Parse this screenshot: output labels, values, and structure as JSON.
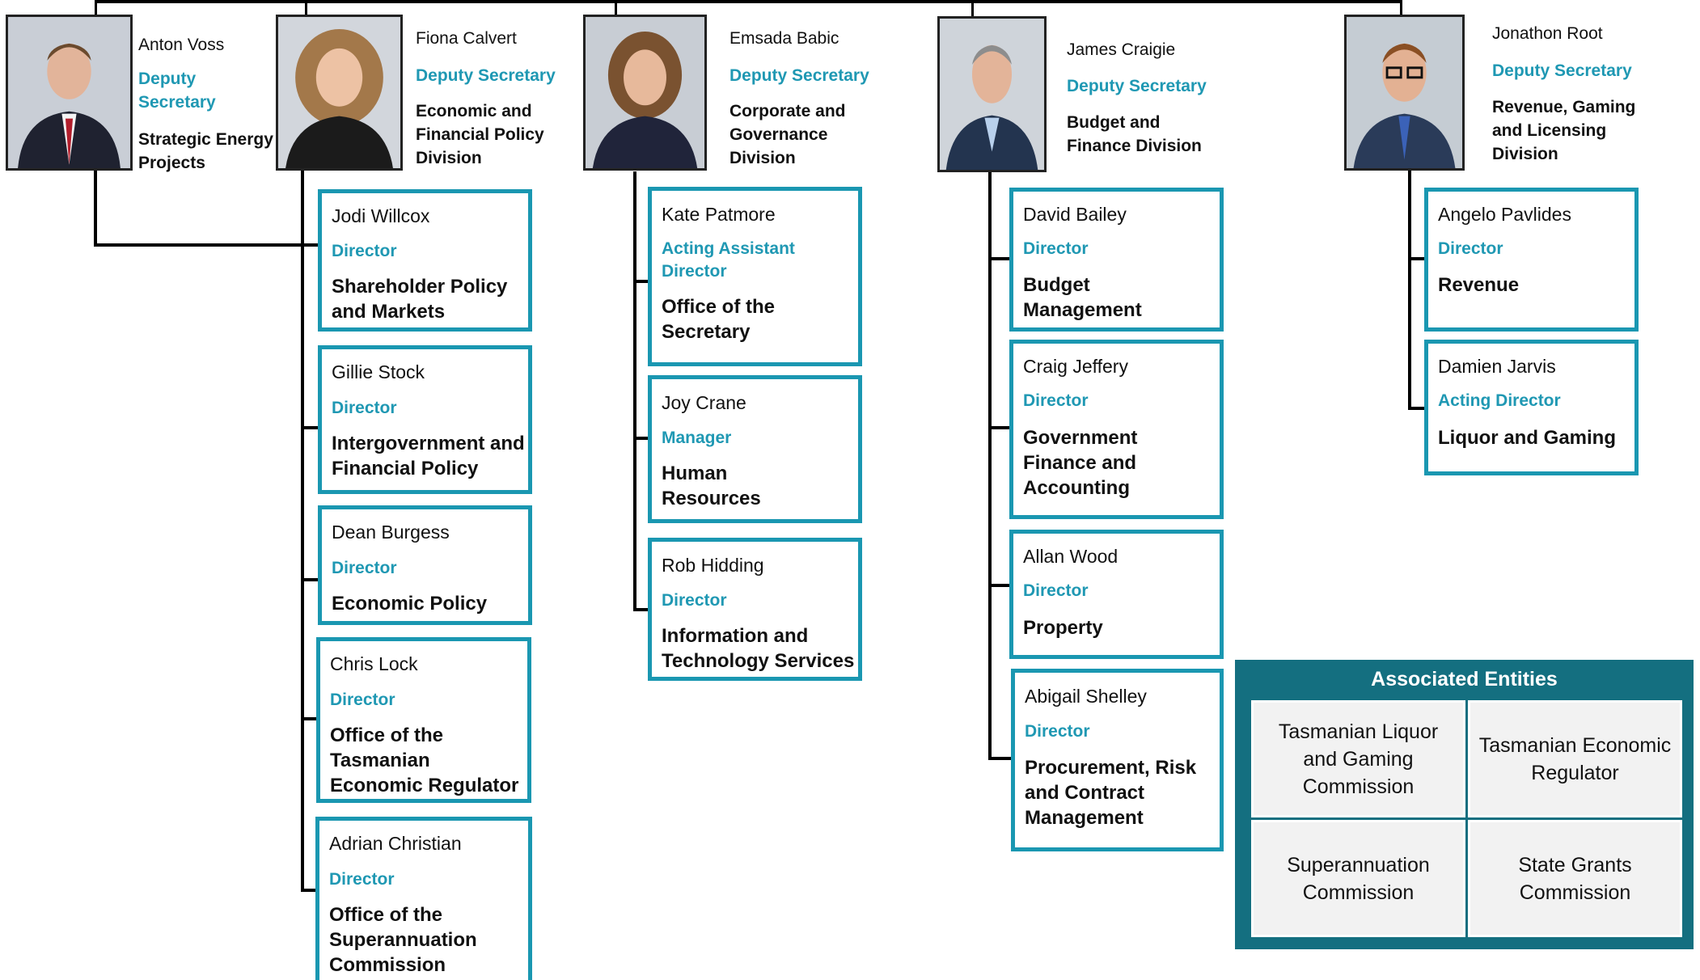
{
  "deputies": [
    {
      "name": "Anton Voss",
      "role": "Deputy Secretary",
      "division": "Strategic Energy Projects"
    },
    {
      "name": "Fiona Calvert",
      "role": "Deputy Secretary",
      "division": "Economic and Financial Policy Division"
    },
    {
      "name": "Emsada Babic",
      "role": "Deputy Secretary",
      "division": "Corporate and Governance Division"
    },
    {
      "name": "James Craigie",
      "role": "Deputy Secretary",
      "division": "Budget and Finance Division"
    },
    {
      "name": "Jonathon Root",
      "role": "Deputy Secretary",
      "division": "Revenue, Gaming and Licensing Division"
    }
  ],
  "directors": {
    "calvert": [
      {
        "name": "Jodi Willcox",
        "role": "Director",
        "unit": "Shareholder Policy and Markets"
      },
      {
        "name": "Gillie Stock",
        "role": "Director",
        "unit": "Intergovernment and Financial Policy"
      },
      {
        "name": "Dean Burgess",
        "role": "Director",
        "unit": "Economic Policy"
      },
      {
        "name": "Chris Lock",
        "role": "Director",
        "unit": "Office of the Tasmanian Economic Regulator"
      },
      {
        "name": "Adrian Christian",
        "role": "Director",
        "unit": "Office of the Superannuation Commission"
      }
    ],
    "babic": [
      {
        "name": "Kate Patmore",
        "role": "Acting Assistant Director",
        "unit": "Office of the Secretary"
      },
      {
        "name": "Joy Crane",
        "role": "Manager",
        "unit": "Human Resources"
      },
      {
        "name": "Rob Hidding",
        "role": "Director",
        "unit": "Information and Technology Services"
      }
    ],
    "craigie": [
      {
        "name": "David Bailey",
        "role": "Director",
        "unit": "Budget Management"
      },
      {
        "name": "Craig Jeffery",
        "role": "Director",
        "unit": "Government Finance and Accounting"
      },
      {
        "name": "Allan Wood",
        "role": "Director",
        "unit": "Property"
      },
      {
        "name": "Abigail Shelley",
        "role": "Director",
        "unit": "Procurement, Risk and Contract Management"
      }
    ],
    "root": [
      {
        "name": "Angelo Pavlides",
        "role": "Director",
        "unit": "Revenue"
      },
      {
        "name": "Damien Jarvis",
        "role": "Acting Director",
        "unit": "Liquor and Gaming"
      }
    ]
  },
  "associated": {
    "title": "Associated Entities",
    "entities": [
      "Tasmanian Liquor and Gaming Commission",
      "Tasmanian Economic Regulator",
      "Superannuation Commission",
      "State Grants Commission"
    ]
  },
  "colors": {
    "accent": "#1a97b1",
    "assoc_bg": "#146f80",
    "assoc_cell": "#f2f2f2"
  }
}
